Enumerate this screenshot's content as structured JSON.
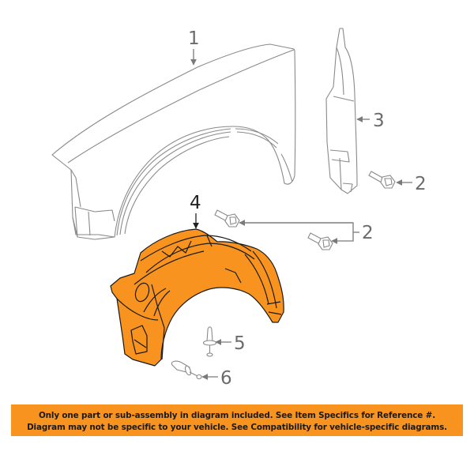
{
  "diagram": {
    "title": "Front fender and fender liner exploded parts diagram",
    "colors": {
      "line_art": "#8a8a8a",
      "highlight_fill": "#F7931E",
      "highlight_stroke": "#1a1a1a",
      "banner_bg": "#F7931E",
      "banner_text": "#1a1a1a"
    },
    "parts": [
      {
        "ref": "1",
        "name": "fender",
        "highlighted": false
      },
      {
        "ref": "2",
        "name": "bolt",
        "highlighted": false
      },
      {
        "ref": "3",
        "name": "fender-bracket",
        "highlighted": false
      },
      {
        "ref": "4",
        "name": "fender-liner",
        "highlighted": true
      },
      {
        "ref": "5",
        "name": "push-pin-retainer",
        "highlighted": false
      },
      {
        "ref": "6",
        "name": "screw-retainer",
        "highlighted": false
      }
    ],
    "callouts": {
      "c1": "1",
      "c2a": "2",
      "c2b": "2",
      "c3": "3",
      "c4": "4",
      "c5": "5",
      "c6": "6"
    }
  },
  "banner": {
    "line1": "Only one part or sub-assembly in diagram included. See Item Specifics for Reference #.",
    "line2": "Diagram may not be specific to your vehicle. See Compatibility for vehicle-specific diagrams."
  }
}
